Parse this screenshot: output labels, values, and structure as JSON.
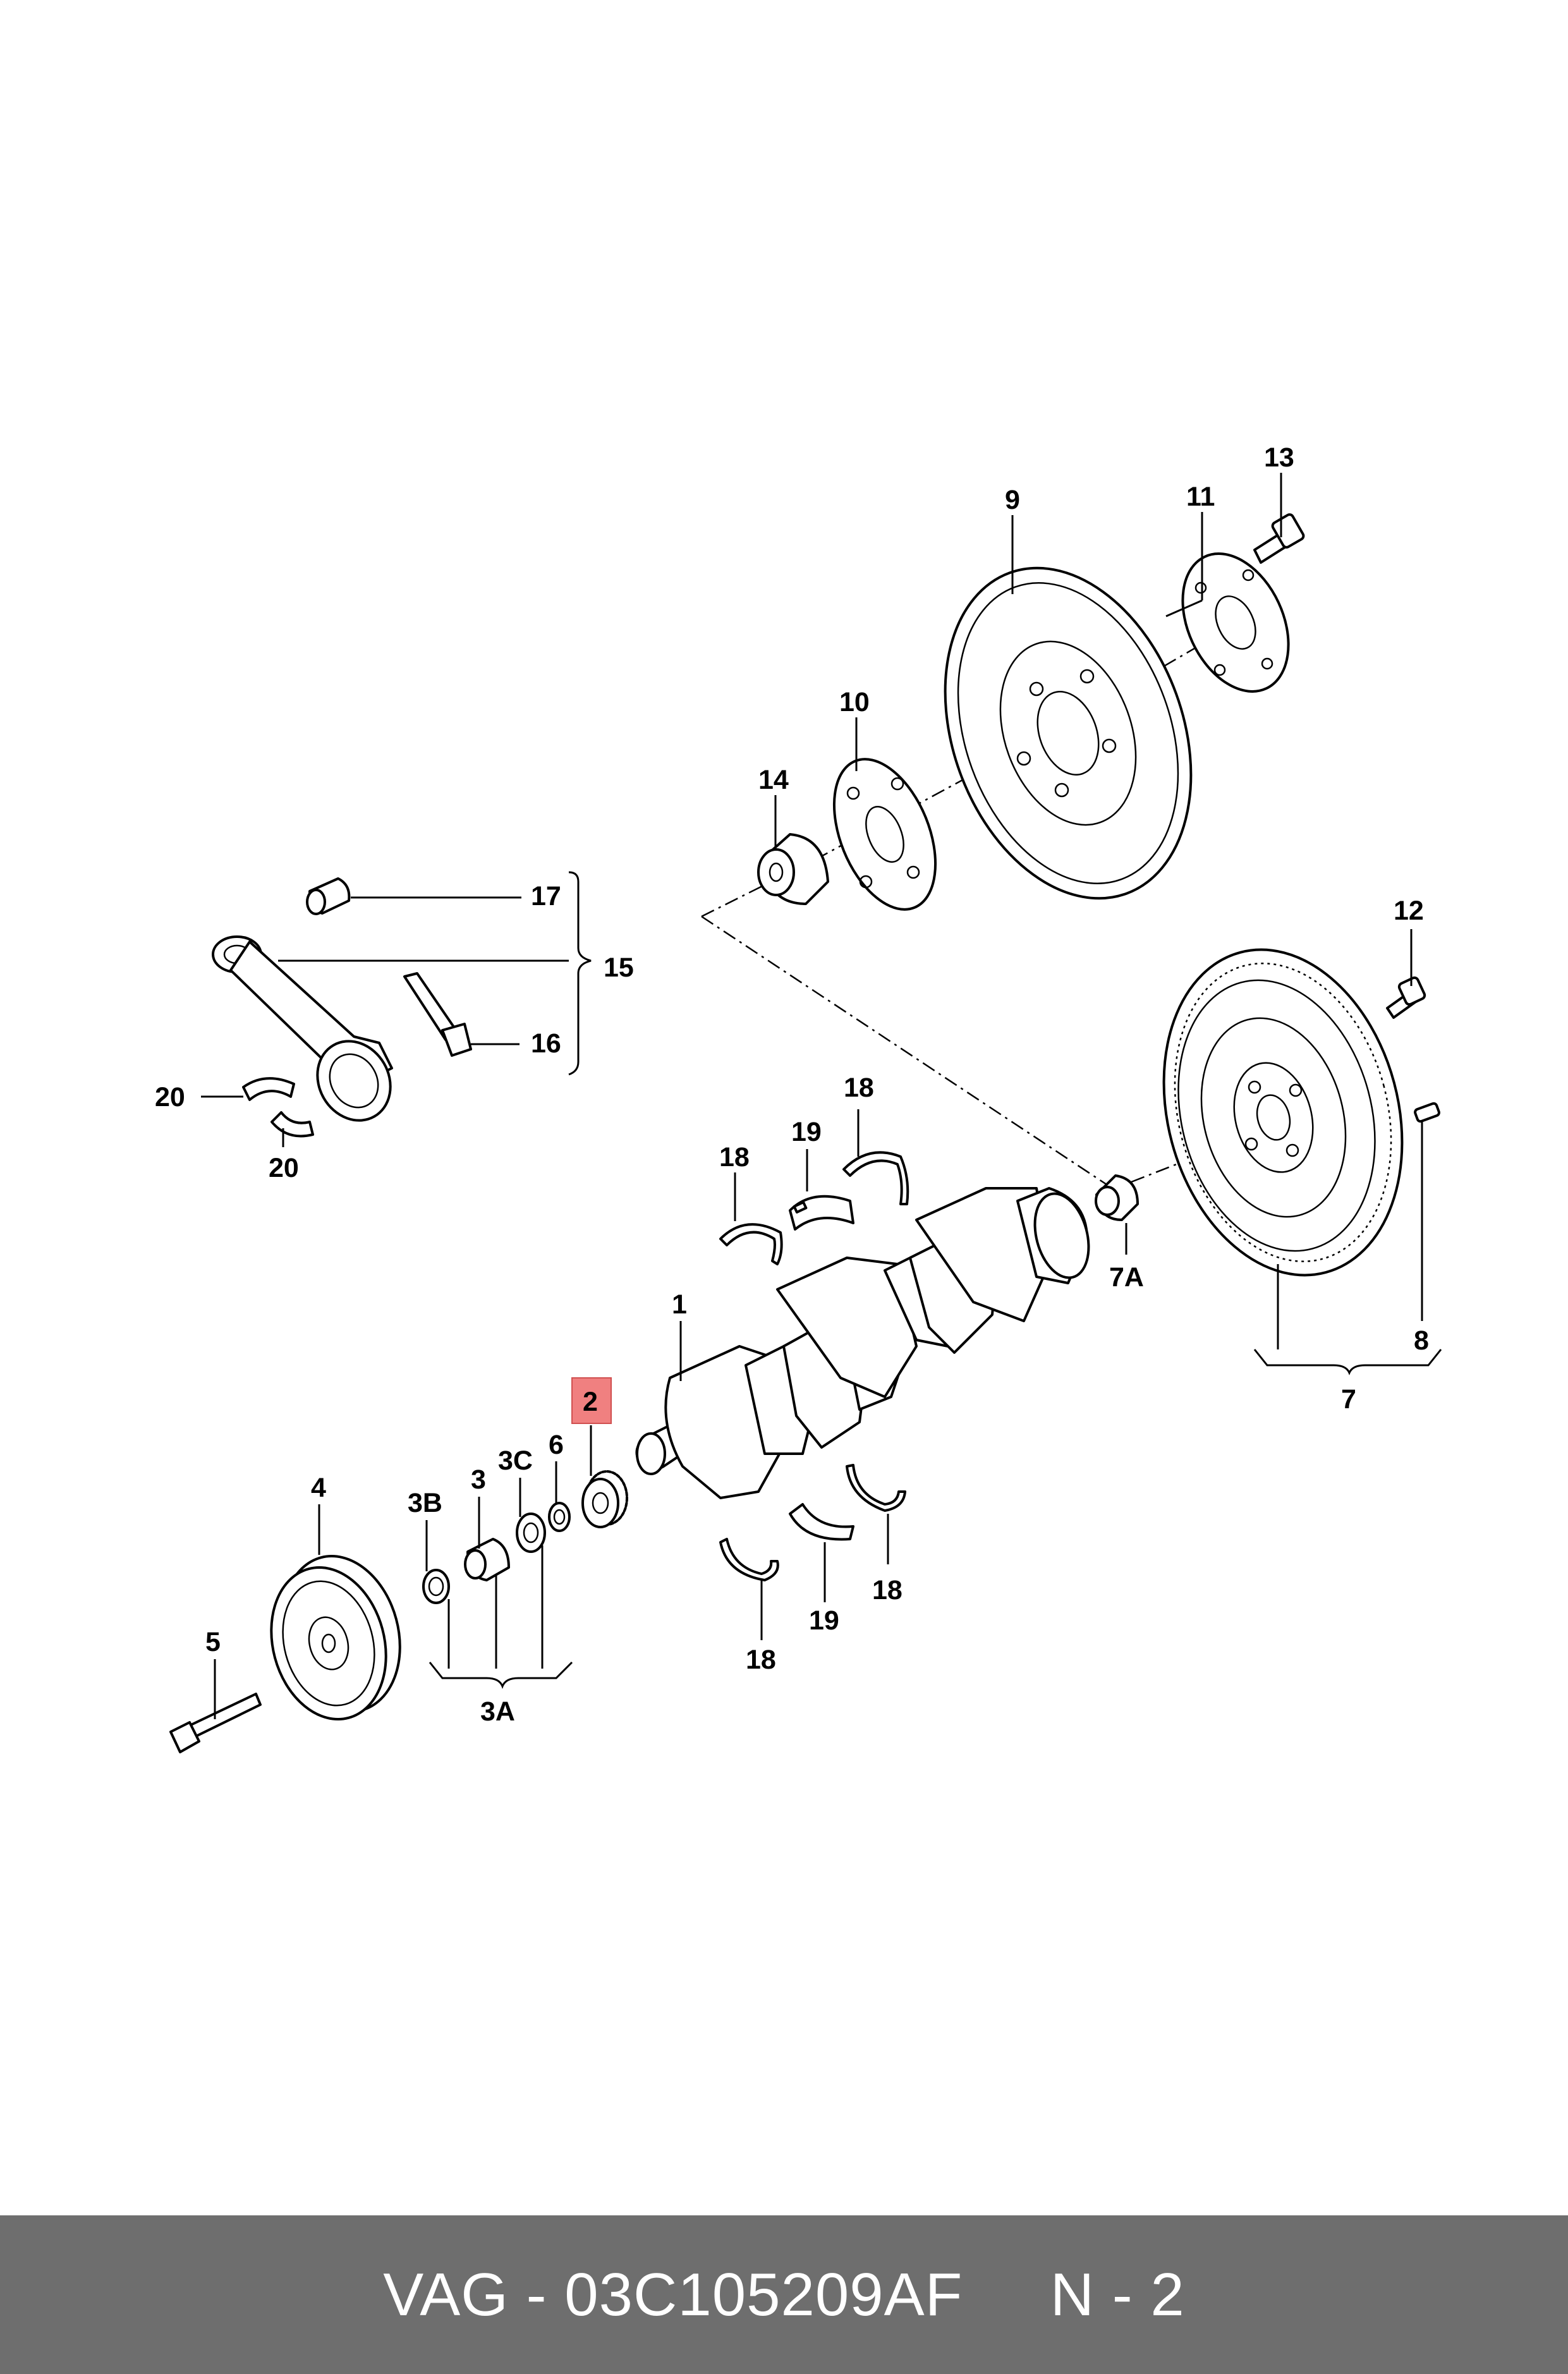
{
  "labels": {
    "l1": "1",
    "l2": "2",
    "l3": "3",
    "l3a": "3A",
    "l3b": "3B",
    "l3c": "3C",
    "l4": "4",
    "l5": "5",
    "l6": "6",
    "l7": "7",
    "l7a": "7A",
    "l8": "8",
    "l9": "9",
    "l10": "10",
    "l11": "11",
    "l12": "12",
    "l13": "13",
    "l14": "14",
    "l15": "15",
    "l16": "16",
    "l17": "17",
    "l18a": "18",
    "l18b": "18",
    "l18c": "18",
    "l18d": "18",
    "l19a": "19",
    "l19b": "19",
    "l20a": "20",
    "l20b": "20"
  },
  "highlight": {
    "part": "2",
    "color": "#f08080"
  },
  "footer": {
    "text": "VAG - 03C105209AF     N - 2",
    "background": "#6e6e6e"
  }
}
